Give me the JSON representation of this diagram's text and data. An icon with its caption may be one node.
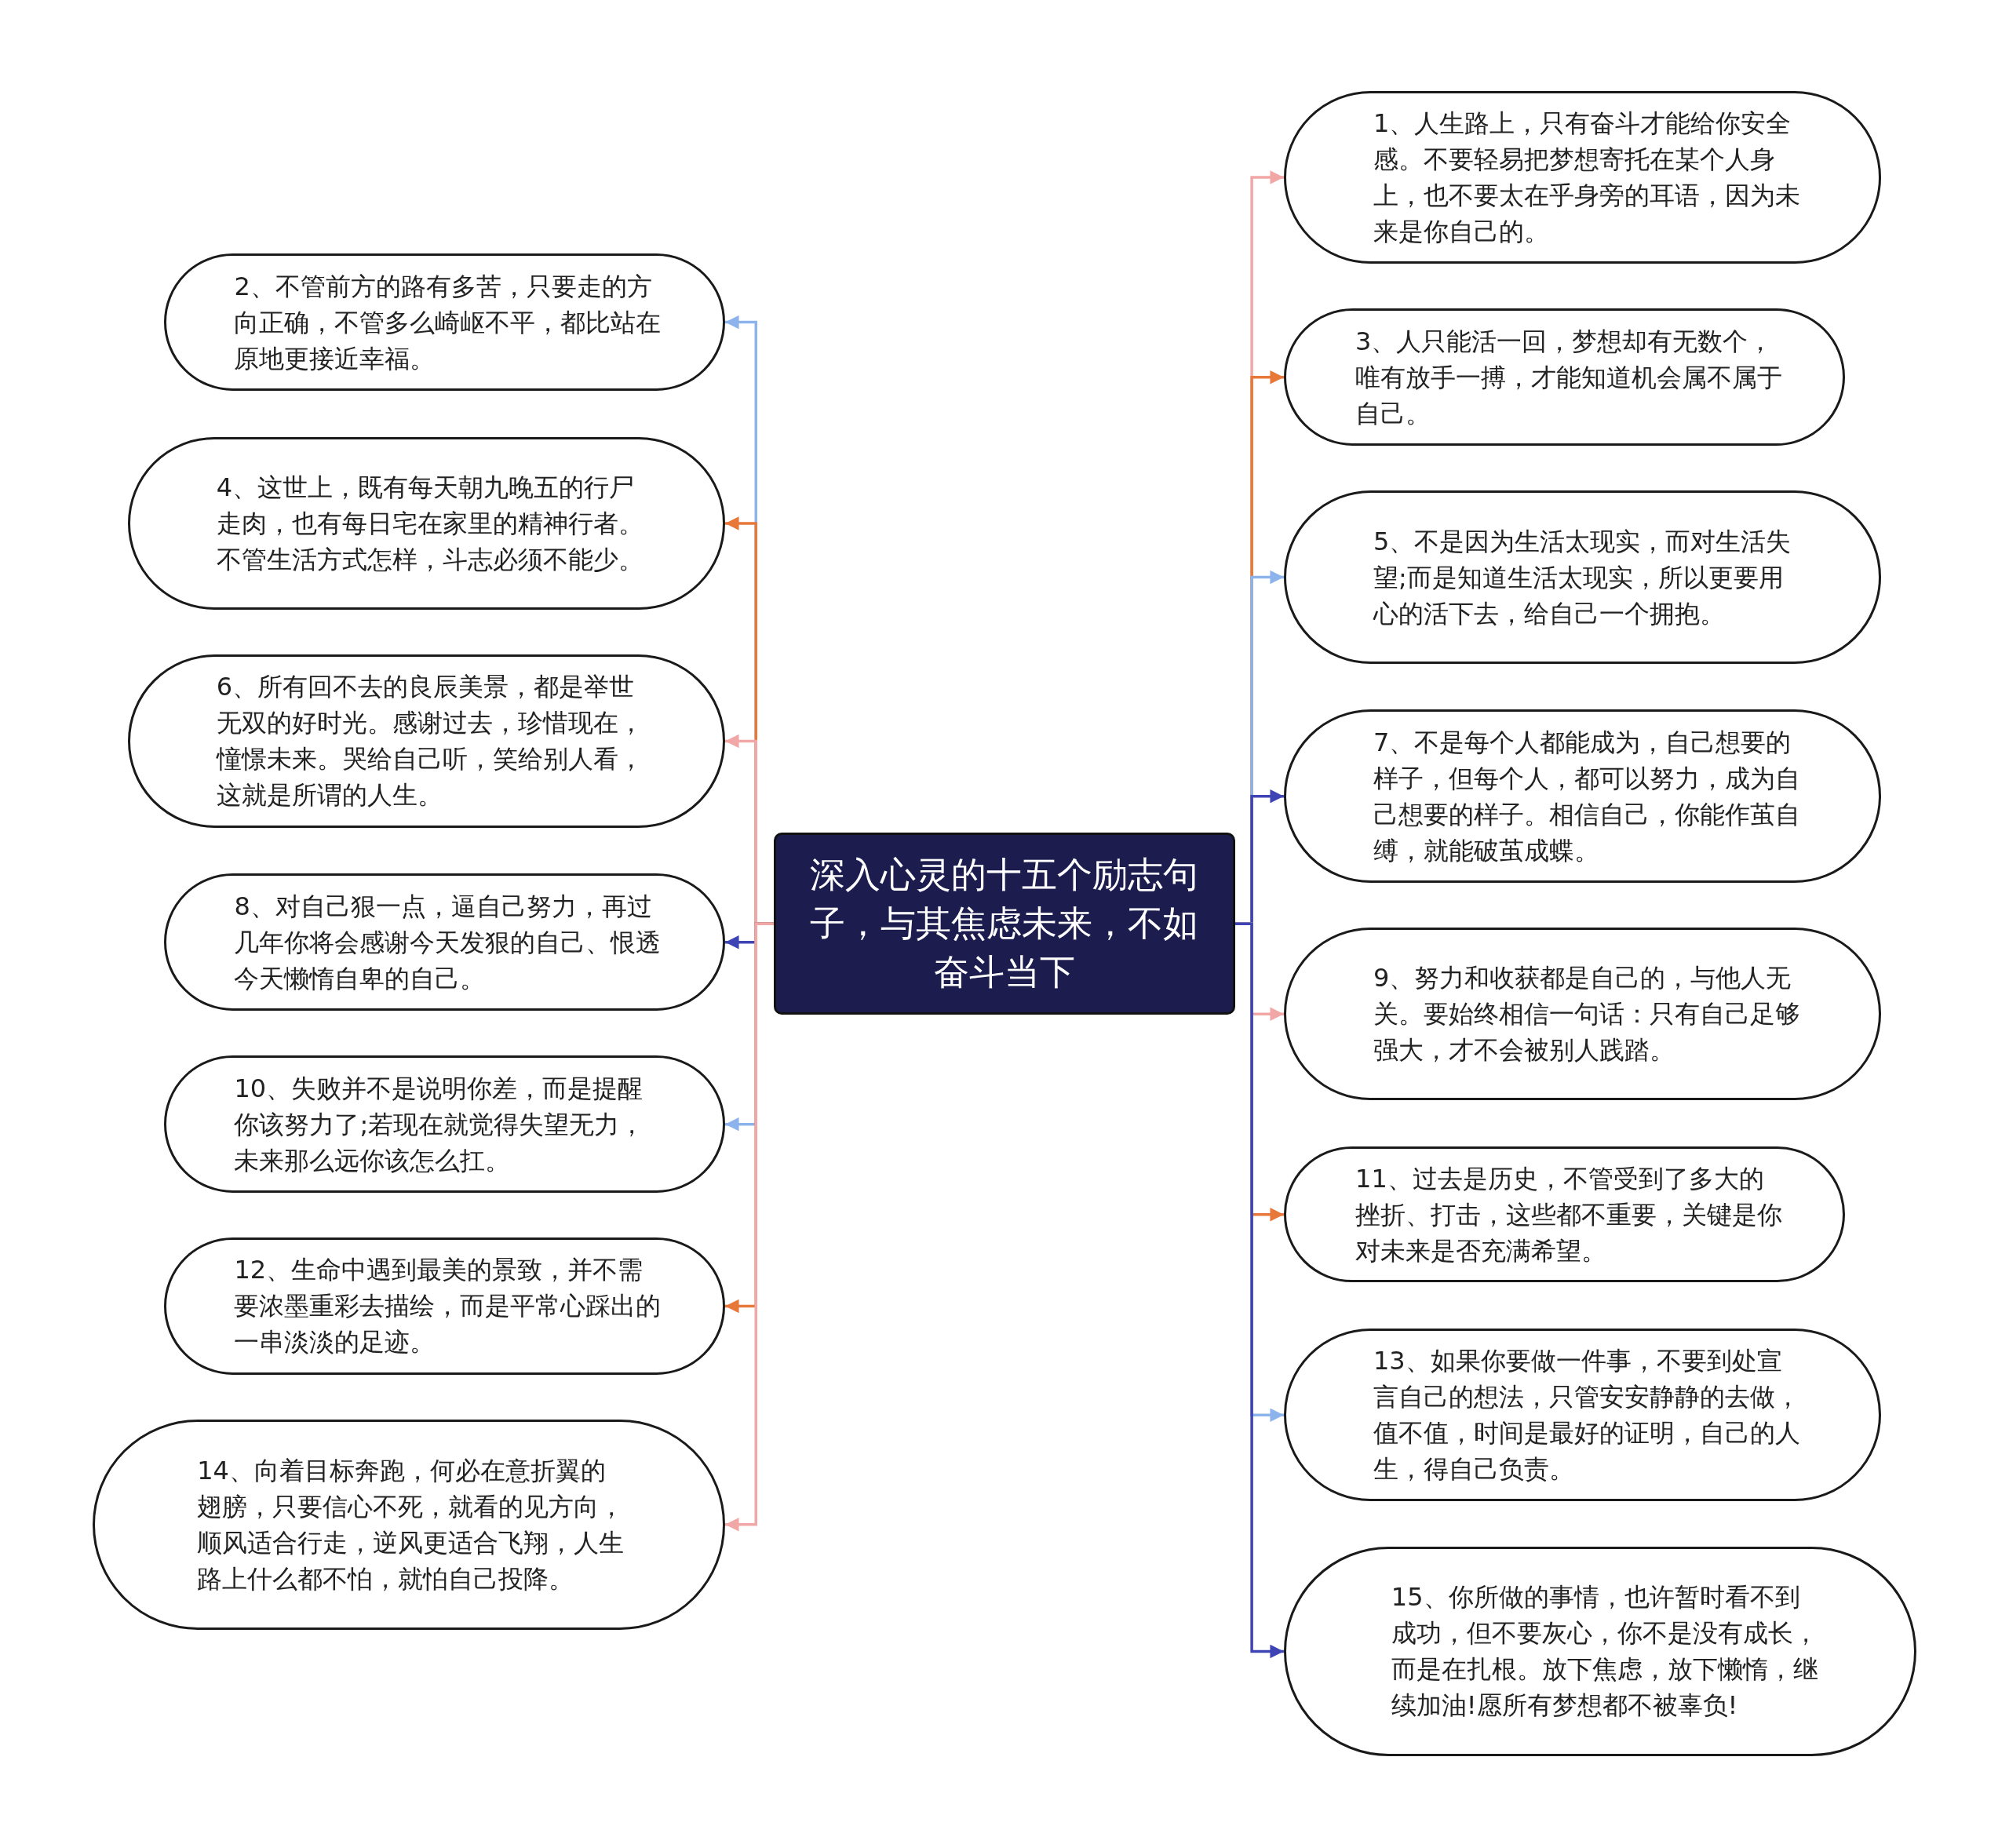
{
  "diagram": {
    "nodes": [
      {
        "text": [
          "深入心灵的十五个励志句子，与其焦虑未来，不如奋斗当下"
        ]
      },
      {
        "text": [
          "1、人生路上，只有奋斗才能给你安全感。不要轻易把梦想寄托在某个人身上，也不要太在乎身旁的耳语，因为未来是你自己的。"
        ]
      },
      {
        "text": [
          "2、不管前方的路有多苦，只要走的方向正确，不管多么崎岖不平，都比站在原地更接近幸福。"
        ]
      },
      {
        "text": [
          "3、人只能活一回，梦想却有无数个，唯有放手一搏，才能知道机会属不属于自己。"
        ]
      },
      {
        "text": [
          "4、这世上，既有每天朝九晚五的行尸走肉，也有每日宅在家里的精神行者。不管生活方式怎样，斗志必须不能少。"
        ]
      },
      {
        "text": [
          "5、不是因为生活太现实，而对生活失望;而是知道生活太现实，所以更要用心的活下去，给自己一个拥抱。"
        ]
      },
      {
        "text": [
          "6、所有回不去的良辰美景，都是举世无双的好时光。感谢过去，珍惜现在，憧憬未来。哭给自己听，笑给别人看，这就是所谓的人生。"
        ]
      },
      {
        "text": [
          "7、不是每个人都能成为，自己想要的样子，但每个人，都可以努力，成为自己想要的样子。相信自己，你能作茧自缚，就能破茧成蝶。"
        ]
      },
      {
        "text": [
          "8、对自己狠一点，逼自己努力，再过几年你将会感谢今天发狠的自己、恨透今天懒惰自卑的自己。"
        ]
      },
      {
        "text": [
          "9、努力和收获都是自己的，与他人无关。要始终相信一句话：只有自己足够强大，才不会被别人践踏。"
        ]
      },
      {
        "text": [
          "10、失败并不是说明你差，而是提醒你该努力了;若现在就觉得失望无力，未来那么远你该怎么扛。"
        ]
      },
      {
        "text": [
          "11、过去是历史，不管受到了多大的挫折、打击，这些都不重要，关键是你对未来是否充满希望。"
        ]
      },
      {
        "text": [
          "12、生命中遇到最美的景致，并不需要浓墨重彩去描绘，而是平常心踩出的一串淡淡的足迹。"
        ]
      },
      {
        "text": [
          "13、如果你要做一件事，不要到处宣言自己的想法，只管安安静静的去做，值不值，时间是最好的证明，自己的人生，得自己负责。"
        ]
      },
      {
        "text": [
          "14、向着目标奔跑，何必在意折翼的翅膀，只要信心不死，就看的见方向，顺风适合行走，逆风更适合飞翔，人生路上什么都不怕，就怕自己投降。"
        ]
      },
      {
        "text": [
          "15、你所做的事情，也许暂时看不到成功，但不要灰心，你不是没有成长，而是在扎根。放下焦虑，放下懒惰，继续加油!愿所有梦想都不被辜负!"
        ]
      }
    ],
    "edges": [
      {
        "from": 0,
        "to": 1,
        "arrow": "to",
        "color": "#f2a7a7"
      },
      {
        "from": 0,
        "to": 2,
        "arrow": "to",
        "color": "#8db3ec"
      },
      {
        "from": 0,
        "to": 3,
        "arrow": "to",
        "color": "#e8773a"
      },
      {
        "from": 0,
        "to": 4,
        "arrow": "to",
        "color": "#e8773a"
      },
      {
        "from": 0,
        "to": 5,
        "arrow": "to",
        "color": "#8db3ec"
      },
      {
        "from": 0,
        "to": 6,
        "arrow": "to",
        "color": "#f2a7a7"
      },
      {
        "from": 0,
        "to": 7,
        "arrow": "to",
        "color": "#3f44b5"
      },
      {
        "from": 0,
        "to": 8,
        "arrow": "to",
        "color": "#3f44b5"
      },
      {
        "from": 0,
        "to": 9,
        "arrow": "to",
        "color": "#f2a7a7"
      },
      {
        "from": 0,
        "to": 10,
        "arrow": "to",
        "color": "#8db3ec"
      },
      {
        "from": 0,
        "to": 11,
        "arrow": "to",
        "color": "#e8773a"
      },
      {
        "from": 0,
        "to": 12,
        "arrow": "to",
        "color": "#e8773a"
      },
      {
        "from": 0,
        "to": 13,
        "arrow": "to",
        "color": "#8db3ec"
      },
      {
        "from": 0,
        "to": 14,
        "arrow": "to",
        "color": "#f2a7a7"
      },
      {
        "from": 0,
        "to": 15,
        "arrow": "to",
        "color": "#3f44b5"
      }
    ]
  }
}
